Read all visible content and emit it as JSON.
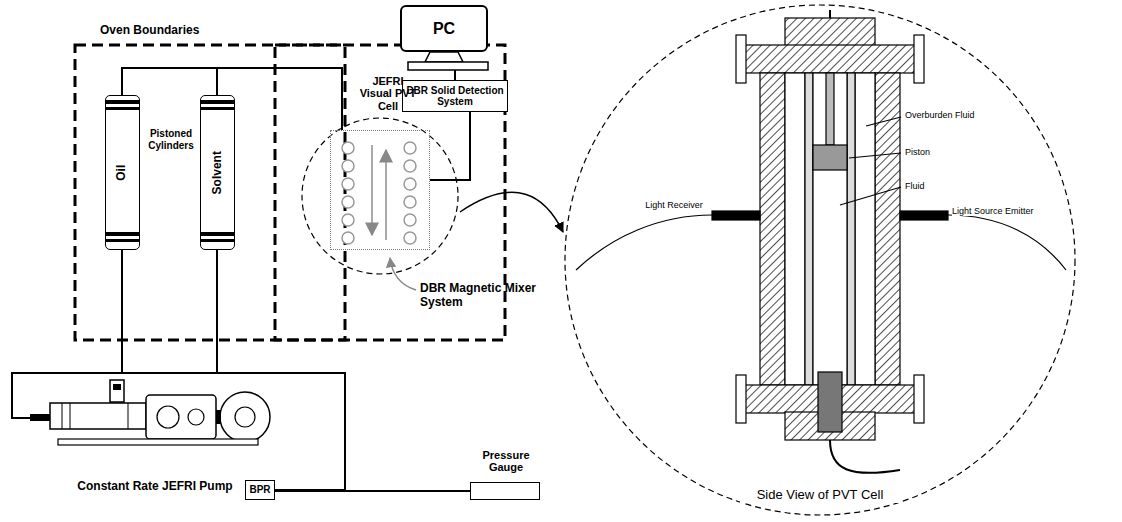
{
  "diagram": {
    "nodes": [
      {
        "text": [
          "PC"
        ]
      },
      {
        "text": [
          "DBR Solid Detection System"
        ]
      },
      {
        "text": [
          "Oil"
        ]
      },
      {
        "text": [
          "Solvent"
        ]
      },
      {
        "text": [
          "JEFRI Visual PVT Cell"
        ]
      },
      {
        "text": [
          "Constant Rate JEFRI Pump"
        ]
      },
      {
        "text": [
          "BPR"
        ]
      },
      {
        "text": [
          "Pressure Gauge"
        ]
      }
    ],
    "edges": [
      {
        "from": 0,
        "to": 1,
        "arrow": "none"
      },
      {
        "from": 1,
        "to": 4,
        "arrow": "none"
      },
      {
        "from": 2,
        "to": 4,
        "arrow": "none"
      },
      {
        "from": 3,
        "to": 4,
        "arrow": "none"
      },
      {
        "from": 5,
        "to": 2,
        "arrow": "none"
      },
      {
        "from": 5,
        "to": 3,
        "arrow": "none"
      },
      {
        "from": 5,
        "to": 6,
        "arrow": "none"
      },
      {
        "from": 6,
        "to": 7,
        "arrow": "none"
      }
    ],
    "labels": [
      "Oven Boundaries",
      "Pistoned Cylinders",
      "DBR Magnetic Mixer System",
      "Side View of PVT Cell",
      "Overburden Fluid",
      "Piston",
      "Fluid",
      "Light Receiver",
      "Light Source Emitter"
    ]
  }
}
